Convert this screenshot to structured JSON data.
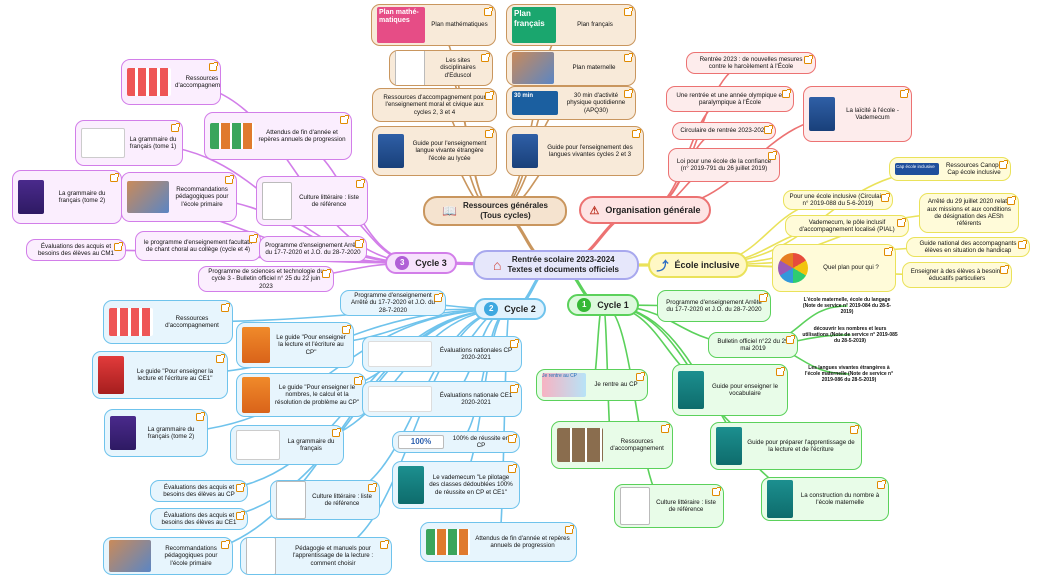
{
  "center": {
    "title": "Rentrée scolaire 2023-2024",
    "subtitle": "Textes et documents officiels"
  },
  "branches": {
    "ressources": {
      "title": "Ressources générales",
      "subtitle": "(Tous cycles)"
    },
    "organisation": {
      "title": "Organisation générale"
    },
    "inclusive": {
      "title": "École inclusive"
    },
    "cycle3": {
      "number": "3",
      "title": "Cycle 3"
    },
    "cycle2": {
      "number": "2",
      "title": "Cycle 2"
    },
    "cycle1": {
      "number": "1",
      "title": "Cycle 1"
    }
  },
  "thumbs": {
    "math": "Plan mathé-matiques",
    "francais": "Plan français",
    "apq": "30 min",
    "c1": "Je rentre au CP",
    "pct": "100%",
    "inclusif": "Cap école inclusive"
  },
  "nodes": [
    {
      "key": "plan-math",
      "text": "Plan mathématiques",
      "c": "br",
      "th": "math"
    },
    {
      "key": "plan-fr",
      "text": "Plan français",
      "c": "br",
      "th": "fr"
    },
    {
      "key": "sites",
      "text": "Les sites disciplinaires d'Eduscol",
      "c": "br",
      "th": "doc"
    },
    {
      "key": "plan-mat",
      "text": "Plan maternelle",
      "c": "br",
      "th": "photo"
    },
    {
      "key": "emc",
      "text": "Ressources d'accompagnement pour l'enseignement moral et civique aux cycles 2, 3 et 4",
      "c": "br"
    },
    {
      "key": "apq",
      "text": "30 min d'activité physique quotidienne (APQ30)",
      "c": "br",
      "th": "apq"
    },
    {
      "key": "lve-lycee",
      "text": "Guide pour l'enseignement langue vivante étrangère l'école au lycée",
      "c": "br",
      "th": "blue"
    },
    {
      "key": "lve-c23",
      "text": "Guide pour l'enseignement des langues vivantes cycles 2 et 3",
      "c": "br",
      "th": "blue"
    },
    {
      "key": "harcel",
      "text": "Rentrée 2023 : de nouvelles mesures contre le harcèlement à l'École",
      "c": "re"
    },
    {
      "key": "olymp",
      "text": "Une rentrée et une année olympique et paralympique à l'École",
      "c": "re"
    },
    {
      "key": "laicite",
      "text": "La laïcité à l'école - Vademecum",
      "c": "re",
      "th": "blue"
    },
    {
      "key": "circ",
      "text": "Circulaire de rentrée 2023-2024",
      "c": "re"
    },
    {
      "key": "loi",
      "text": "Loi pour une école de la confiance (n° 2019-791 du 26 juillet 2019)",
      "c": "re"
    },
    {
      "key": "canope",
      "text": "Ressources Canopé Cap école inclusive",
      "c": "ye",
      "th": "incl"
    },
    {
      "key": "circ-incl",
      "text": "Pour une école inclusive (Circulaire n° 2019-088 du 5-6-2019)",
      "c": "ye"
    },
    {
      "key": "aesh",
      "text": "Arrêté du 29 juillet 2020 relatif aux missions et aux conditions de désignation des AESh référents",
      "c": "ye"
    },
    {
      "key": "pial",
      "text": "Vademecum, le pôle inclusif d'accompagnement localisé (PIAL)",
      "c": "ye"
    },
    {
      "key": "handicap",
      "text": "Guide national des accompagnants élèves en situation de handicap",
      "c": "ye"
    },
    {
      "key": "planqui",
      "text": "Quel plan pour qui ?",
      "c": "ye",
      "th": "wheel"
    },
    {
      "key": "besoins",
      "text": "Enseigner à des élèves à besoins éducatifs particuliers",
      "c": "ye"
    },
    {
      "key": "c3-ress",
      "text": "Ressources d'accompagnement",
      "c": "pu",
      "th": "icons"
    },
    {
      "key": "c3-attendus",
      "text": "Attendus de fin d'année et repères annuels de progression",
      "c": "pu",
      "th": "grid"
    },
    {
      "key": "c3-gram1",
      "text": "La grammaire du français (tome 1)",
      "c": "pu",
      "th": "gram"
    },
    {
      "key": "c3-gram2",
      "text": "La grammaire du français (tome 2)",
      "c": "pu",
      "th": "purple"
    },
    {
      "key": "c3-reco",
      "text": "Recommandations pédagogiques pour l'école primaire",
      "c": "pu",
      "th": "photo"
    },
    {
      "key": "c3-cult",
      "text": "Culture littéraire : liste de référence",
      "c": "pu",
      "th": "doc"
    },
    {
      "key": "c3-eval",
      "text": "Évaluations des acquis et besoins des élèves au CM1",
      "c": "pu"
    },
    {
      "key": "c3-chant",
      "text": "le programme d'enseignement facultatif de chant choral au collège (cycle et 4)",
      "c": "pu"
    },
    {
      "key": "c3-prog",
      "text": "Programme d'enseignement Arrêté du 17-7-2020 et J.O. du 28-7-2020",
      "c": "pu"
    },
    {
      "key": "c3-sciences",
      "text": "Programme de sciences et technologie du cycle 3 - Bulletin officiel n° 25 du 22 juin 2023",
      "c": "pu"
    },
    {
      "key": "c2-prog",
      "text": "Programme d'enseignement Arrêté du 17-7-2020 et J.O. du 28-7-2020",
      "c": "bl"
    },
    {
      "key": "c2-ress",
      "text": "Ressources d'accompagnement",
      "c": "bl",
      "th": "icons"
    },
    {
      "key": "c2-cp",
      "text": "Le guide \"Pour enseigner la lecture et l'écriture au CP\"",
      "c": "bl",
      "th": "orange"
    },
    {
      "key": "c2-evalcp",
      "text": "Évaluations nationales CP 2020-2021",
      "c": "bl",
      "th": "eval"
    },
    {
      "key": "c2-ce1",
      "text": "Le guide \"Pour enseigner la lecture et l'écriture au CE1\"",
      "c": "bl",
      "th": "red"
    },
    {
      "key": "c2-nombres",
      "text": "Le guide \"Pour enseigner le nombres, le calcul et la résolution de problème au CP\"",
      "c": "bl",
      "th": "orange"
    },
    {
      "key": "c2-evalce1",
      "text": "Évaluations nationale CE1 2020-2021",
      "c": "bl",
      "th": "eval"
    },
    {
      "key": "c2-gram2",
      "text": "La grammaire du français (tome 2)",
      "c": "bl",
      "th": "purple"
    },
    {
      "key": "c2-gram",
      "text": "La grammaire du français",
      "c": "bl",
      "th": "gram"
    },
    {
      "key": "c2-100",
      "text": "100% de réussite en CP",
      "c": "bl",
      "th": "pct"
    },
    {
      "key": "c2-evalcp2",
      "text": "Évaluations des acquis et besoins des élèves au CP",
      "c": "bl"
    },
    {
      "key": "c2-vade",
      "text": "Le vademecum \"Le pilotage des classes dédoublées 100% de réussite en CP et CE1\"",
      "c": "bl",
      "th": "teal"
    },
    {
      "key": "c2-cult",
      "text": "Culture littéraire : liste de référence",
      "c": "bl",
      "th": "doc"
    },
    {
      "key": "c2-evalce1b",
      "text": "Évaluations des acquis et besoins des élèves au CE1",
      "c": "bl"
    },
    {
      "key": "c2-attendus",
      "text": "Attendus de fin d'année et repères annuels de progression",
      "c": "bl",
      "th": "grid"
    },
    {
      "key": "c2-reco",
      "text": "Recommandations pédagogiques pour l'école primaire",
      "c": "bl",
      "th": "photo"
    },
    {
      "key": "c2-peda",
      "text": "Pédagogie et manuels pour l'apprentissage de la lecture : comment choisir",
      "c": "bl",
      "th": "doc"
    },
    {
      "key": "c1-prog",
      "text": "Programme d'enseignement Arrêté du 17-7-2020 et J.O. du 28-7-2020",
      "c": "gr"
    },
    {
      "key": "c1-bo",
      "text": "Bulletin officiel n°22 du 29 mai 2019",
      "c": "gr"
    },
    {
      "key": "c1-mat",
      "text": "L'école maternelle, école du langage (Note de service n° 2019-084 du 28-5-2019)",
      "c": "plain"
    },
    {
      "key": "c1-nombres",
      "text": "découvrir les nombres et leurs utilisations (Note de service n° 2019-085 du 28-5-2019)",
      "c": "plain"
    },
    {
      "key": "c1-lve",
      "text": "Les langues vivantes étrangères à l'école maternelle (Note de service n° 2019-086 du 28-5-2019)",
      "c": "plain"
    },
    {
      "key": "c1-cp",
      "text": "Je rentre au CP",
      "c": "gr",
      "th": "kids"
    },
    {
      "key": "c1-vocab",
      "text": "Guide pour enseigner le vocabulaire",
      "c": "gr",
      "th": "teal"
    },
    {
      "key": "c1-ress",
      "text": "Ressources d'accompagnement",
      "c": "gr",
      "th": "photos"
    },
    {
      "key": "c1-lecture",
      "text": "Guide pour préparer l'apprentissage de la lecture et de l'écriture",
      "c": "gr",
      "th": "teal"
    },
    {
      "key": "c1-cult",
      "text": "Culture littéraire : liste de référence",
      "c": "gr",
      "th": "doc"
    },
    {
      "key": "c1-nombre",
      "text": "La construction du nombre à l'école maternelle",
      "c": "gr",
      "th": "teal"
    }
  ],
  "colors": {
    "purple": "#d27ee9",
    "brown": "#c9965e",
    "red": "#ec7272",
    "yellow": "#eae25a",
    "green": "#5bd15b",
    "blue": "#6fc3ec"
  }
}
